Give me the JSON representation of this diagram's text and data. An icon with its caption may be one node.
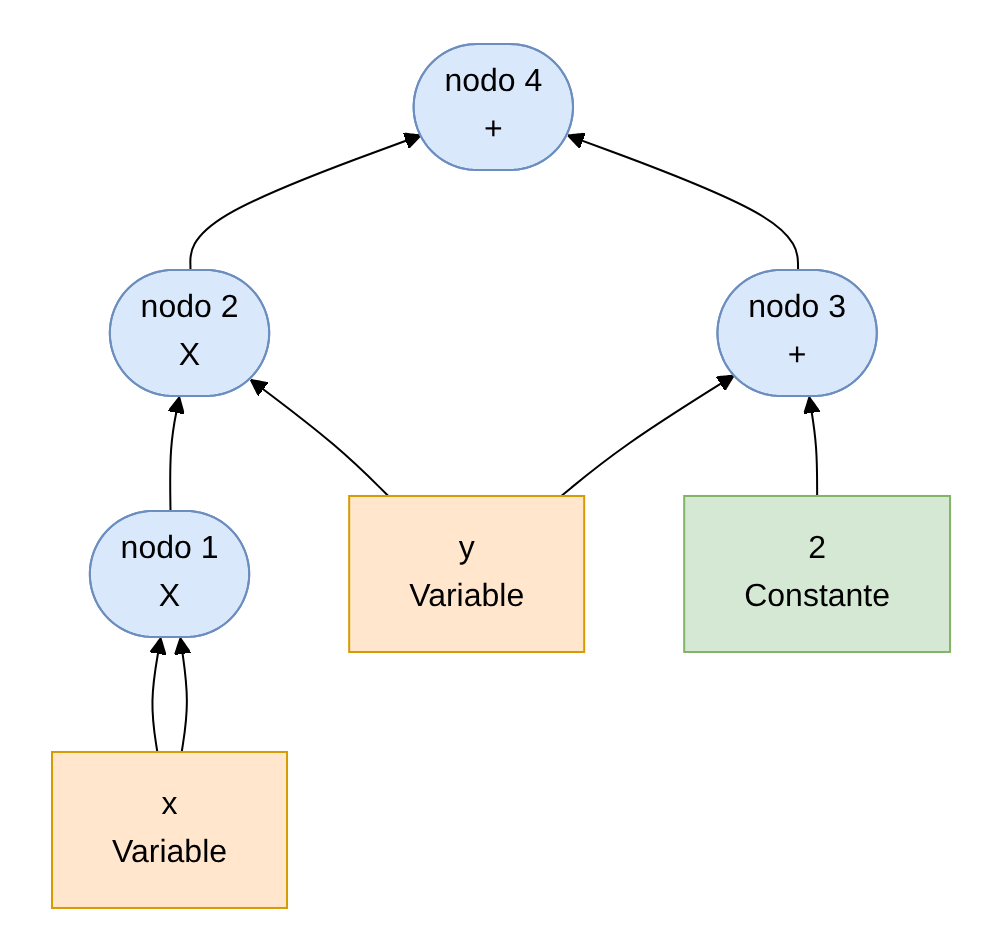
{
  "diagram": {
    "nodes": [
      {
        "text": [
          "nodo 4",
          "+"
        ]
      },
      {
        "text": [
          "nodo 2",
          "X"
        ]
      },
      {
        "text": [
          "nodo 3",
          "+"
        ]
      },
      {
        "text": [
          "nodo 1",
          "X"
        ]
      },
      {
        "text": [
          "x",
          "Variable"
        ]
      },
      {
        "text": [
          "y",
          "Variable"
        ]
      },
      {
        "text": [
          "2",
          "Constante"
        ]
      }
    ],
    "edges": [
      {
        "from": 4,
        "to": 3,
        "arrow": "to"
      },
      {
        "from": 4,
        "to": 3,
        "arrow": "to"
      },
      {
        "from": 3,
        "to": 1,
        "arrow": "to"
      },
      {
        "from": 5,
        "to": 1,
        "arrow": "to"
      },
      {
        "from": 5,
        "to": 2,
        "arrow": "to"
      },
      {
        "from": 6,
        "to": 2,
        "arrow": "to"
      },
      {
        "from": 1,
        "to": 0,
        "arrow": "to"
      },
      {
        "from": 2,
        "to": 0,
        "arrow": "to"
      }
    ]
  }
}
